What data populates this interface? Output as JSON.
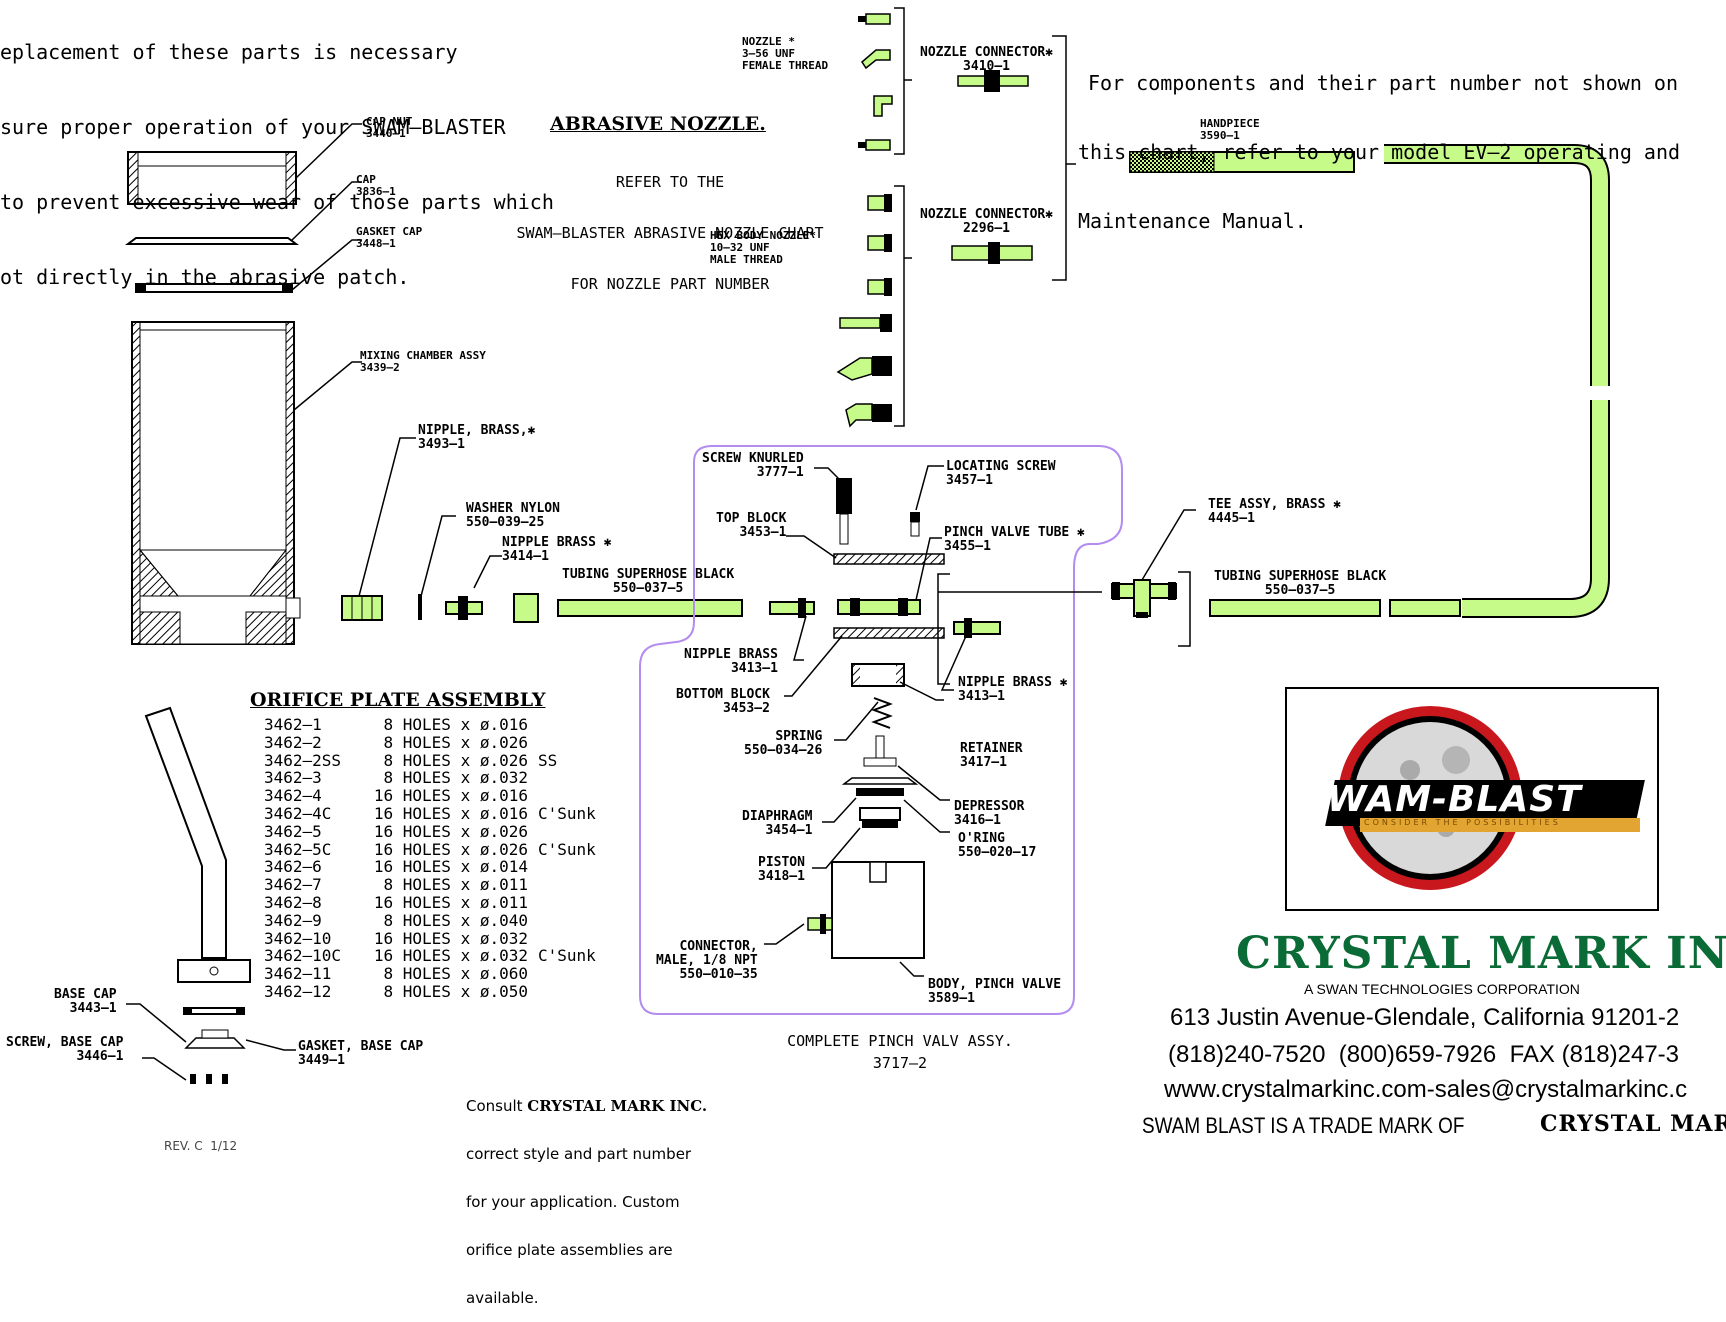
{
  "intro_lines": [
    "eplacement of these parts is necessary",
    "sure proper operation of your SWAM—BLASTER",
    "to prevent excessive wear of those parts which",
    "ot directly in the abrasive patch."
  ],
  "right_note": [
    "For components and their part number not shown on",
    "this chart, refer to your model EV—2 operating and",
    "Maintenance Manual."
  ],
  "abrasive_nozzle": {
    "title": "ABRASIVE NOZZLE.",
    "lines": [
      "REFER TO THE",
      "SWAM—BLASTER ABRASIVE NOZZLE CHART",
      "FOR NOZZLE PART NUMBER"
    ]
  },
  "parts": {
    "cap_nut": "CAP NUT\n3440—1",
    "cap": "CAP\n3836—1",
    "gasket_cap": "GASKET CAP\n3448—1",
    "mixing_chamber": "MIXING CHAMBER ASSY\n3439—2",
    "nipple_brass_1": "NIPPLE, BRASS,✱\n3493—1",
    "washer_nylon": "WASHER NYLON\n550—039—25",
    "nipple_brass_2": "NIPPLE BRASS ✱\n3414—1",
    "tubing_1": "TUBING SUPERHOSE BLACK\n550—037—5",
    "nozzle_female": "NOZZLE *\n3—56 UNF\nFEMALE THREAD",
    "nozzle_connector_1": "NOZZLE CONNECTOR✱\n3410—1",
    "hex_body_nozzle": "HEX BODY NOZZLE*\n10—32 UNF\nMALE THREAD",
    "nozzle_connector_2": "NOZZLE CONNECTOR✱\n2296—1",
    "handpiece": "HANDPIECE\n3590—1",
    "screw_knurled": "SCREW KNURLED\n3777—1",
    "locating_screw": "LOCATING SCREW\n3457—1",
    "top_block": "TOP BLOCK\n3453—1",
    "pinch_valve_tube": "PINCH VALVE TUBE ✱\n3455—1",
    "tee_assy": "TEE ASSY, BRASS ✱\n4445—1",
    "tubing_2": "TUBING SUPERHOSE BLACK\n550—037—5",
    "nipple_brass_3": "NIPPLE BRASS\n3413—1",
    "bottom_block": "BOTTOM BLOCK\n3453—2",
    "nipple_brass_4": "NIPPLE BRASS ✱\n3413—1",
    "spring": "SPRING\n550—034—26",
    "retainer": "RETAINER\n3417—1",
    "diaphragm": "DIAPHRAGM\n3454—1",
    "depressor": "DEPRESSOR\n3416—1",
    "oring": "O'RING\n550—020—17",
    "piston": "PISTON\n3418—1",
    "connector_male": "CONNECTOR,\nMALE, 1/8 NPT\n550—010—35",
    "body_pinch_valve": "BODY, PINCH VALVE\n3589—1",
    "base_cap": "BASE CAP\n3443—1",
    "screw_base_cap": "SCREW, BASE CAP\n3446—1",
    "gasket_base_cap": "GASKET, BASE CAP\n3449—1"
  },
  "pinch_valve_assy": "COMPLETE PINCH VALV ASSY.\n3717—2",
  "orifice": {
    "title": "ORIFICE PLATE ASSEMBLY",
    "rows": [
      [
        "3462—1",
        "8 HOLES x ø.016",
        ""
      ],
      [
        "3462—2",
        "8 HOLES x ø.026",
        ""
      ],
      [
        "3462—2SS",
        "8 HOLES x ø.026",
        "SS"
      ],
      [
        "3462—3",
        "8 HOLES x ø.032",
        ""
      ],
      [
        "3462—4",
        "16 HOLES x ø.016",
        ""
      ],
      [
        "3462—4C",
        "16 HOLES x ø.016",
        "C'Sunk"
      ],
      [
        "3462—5",
        "16 HOLES x ø.026",
        ""
      ],
      [
        "3462—5C",
        "16 HOLES x ø.026",
        "C'Sunk"
      ],
      [
        "3462—6",
        "16 HOLES x ø.014",
        ""
      ],
      [
        "3462—7",
        "8 HOLES x ø.011",
        ""
      ],
      [
        "3462—8",
        "16 HOLES x ø.011",
        ""
      ],
      [
        "3462—9",
        "8 HOLES x ø.040",
        ""
      ],
      [
        "3462—10",
        "16 HOLES x ø.032",
        ""
      ],
      [
        "3462—10C",
        "16 HOLES x ø.032",
        "C'Sunk"
      ],
      [
        "3462—11",
        "8 HOLES x ø.060",
        ""
      ],
      [
        "3462—12",
        "8 HOLES x ø.050",
        ""
      ]
    ]
  },
  "consult": {
    "prefix": "Consult ",
    "brand": "CRYSTAL MARK INC.",
    "rest": [
      "correct style and part number",
      "for your application. Custom",
      "orifice plate assemblies are",
      "available."
    ]
  },
  "rev": "REV. C  1/12",
  "logo": {
    "word": "SWAM-BLAST",
    "tagline": "CONSIDER THE POSSIBILITIES"
  },
  "company": {
    "name": "CRYSTAL MARK INC.",
    "subtitle": "A SWAN TECHNOLOGIES CORPORATION",
    "address": "613 Justin Avenue-Glendale, California 91201-2",
    "phone": "(818)240-7520  (800)659-7926  FAX (818)247-3",
    "web": "www.crystalmarkinc.com-sales@crystalmarkinc.c",
    "trademark": "SWAM BLAST IS A TRADE MARK OF",
    "trademark_brand": "CRYSTAL MARI"
  },
  "colors": {
    "tube": "#c6fb8a",
    "outline": "#000000",
    "assy_border": "#b38cf0",
    "brand_green": "#0b6b36",
    "logo_red": "#c8181e"
  }
}
